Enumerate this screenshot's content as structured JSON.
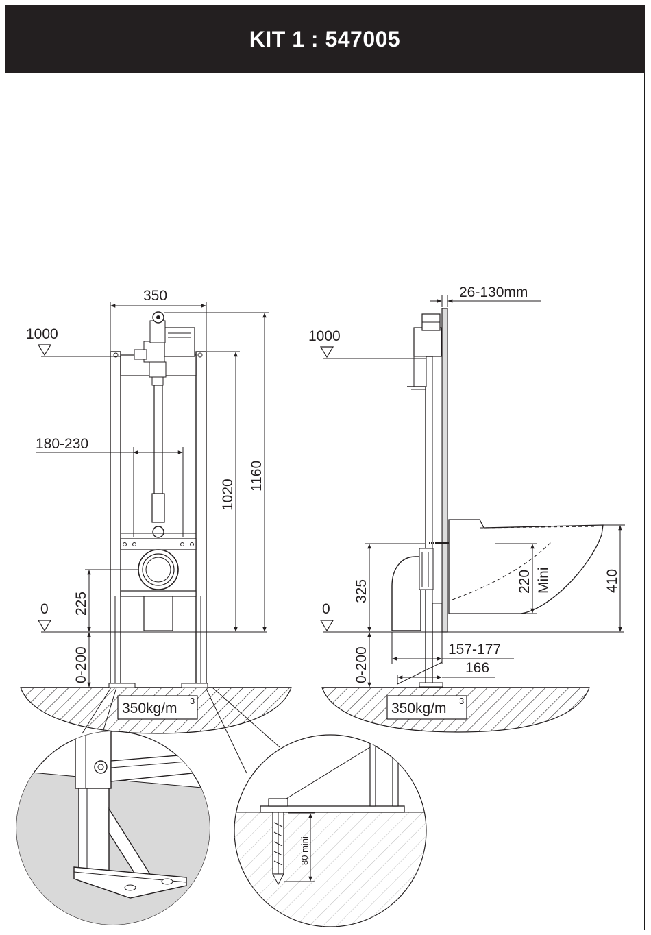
{
  "header": {
    "title": "KIT 1 : 547005"
  },
  "front_view": {
    "width_label": "350",
    "level_top_label": "1000",
    "level_zero_label": "0",
    "span_label": "180-230",
    "height_1020_label": "1020",
    "height_1160_label": "1160",
    "height_225_label": "225",
    "adjust_label": "0-200",
    "floor_label": "350kg/m",
    "floor_sup": "3"
  },
  "side_view": {
    "wall_label": "26-130mm",
    "level_top_label": "1000",
    "level_zero_label": "0",
    "height_325_label": "325",
    "height_220_label": "220",
    "mini_label": "Mini",
    "height_410_label": "410",
    "depth_range_label": "157-177",
    "depth_label": "166",
    "adjust_label": "0-200",
    "floor_label": "350kg/m",
    "floor_sup": "3"
  },
  "detail_anchor": {
    "depth_label": "80 mini"
  },
  "colors": {
    "header_bg": "#231f20",
    "ink": "#231f20",
    "detail_fill": "#d9d9d9"
  }
}
